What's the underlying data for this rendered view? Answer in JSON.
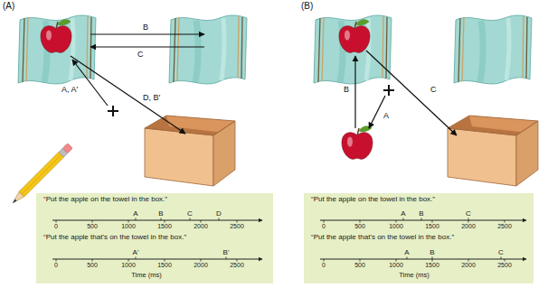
{
  "diagram": {
    "nodes": [
      {
        "text": [
          "“Put the apple on the towel in the box.”",
          "A",
          "B",
          "C",
          "D",
          "0",
          "500",
          "1000",
          "1500",
          "2000",
          "2500",
          "“Put the apple that's on the towel in the box.”",
          "A'",
          "B'",
          "0",
          "500",
          "1000",
          "1500",
          "2000",
          "2500",
          "Time (ms)"
        ]
      },
      {
        "text": [
          "“Put the apple on the towel in the box.”",
          "A",
          "B",
          "C",
          "0",
          "500",
          "1000",
          "1500",
          "2000",
          "2500",
          "“Put the apple that's on the towel in the box.”",
          "A",
          "B",
          "C",
          "0",
          "500",
          "1000",
          "1500",
          "2000",
          "2500",
          "Time (ms)"
        ]
      }
    ],
    "labels": [
      "(A)",
      "B",
      "C",
      "A, A'",
      "D, B'",
      "(B)",
      "A",
      "B",
      "C"
    ]
  }
}
